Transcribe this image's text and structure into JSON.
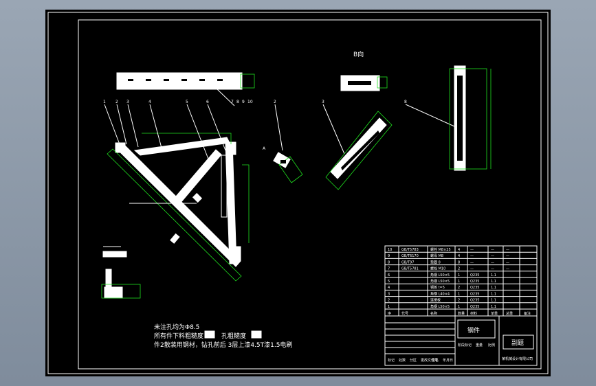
{
  "view_labels": {
    "top_view_a": "A",
    "section_label": "B向"
  },
  "balloons": [
    "1",
    "2",
    "3",
    "4",
    "5",
    "6",
    "7",
    "8",
    "9",
    "10",
    "2",
    "3",
    "8"
  ],
  "notes": {
    "line1": "未注孔均为Φ8.5",
    "line2": "所有件下料粗糙度",
    "line2_b": "孔粗糙度",
    "line3": "件2散装用钢材，钻孔前后 3层上漆4.5T漆1.5电刷"
  },
  "title_block": {
    "part_name": "钢件",
    "drawing_no": "副题",
    "headers": [
      "序",
      "代号",
      "名称",
      "数量",
      "材料",
      "单重",
      "总重",
      "备注"
    ],
    "bottom_left": [
      "标记",
      "处数",
      "分区",
      "更改文件号",
      "签名",
      "年月日"
    ],
    "scale_row": [
      "阶段标记",
      "重量",
      "比例"
    ],
    "company": "某机械设计有限公司"
  },
  "bom_rows": [
    [
      "10",
      "GB/T5783",
      "螺栓 M8×25",
      "4",
      "—",
      "—",
      "—"
    ],
    [
      "9",
      "GB/T6170",
      "螺母 M8",
      "4",
      "—",
      "—",
      "—"
    ],
    [
      "8",
      "GB/T97",
      "垫圈 8",
      "8",
      "—",
      "—",
      "—"
    ],
    [
      "7",
      "GB/T5781",
      "螺栓 M10",
      "2",
      "—",
      "—",
      "—"
    ],
    [
      "6",
      "",
      "角钢 L50×5",
      "1",
      "Q235",
      "1.1",
      ""
    ],
    [
      "5",
      "",
      "角钢 L50×5",
      "1",
      "Q235",
      "1.1",
      ""
    ],
    [
      "4",
      "",
      "钢板 t=5",
      "2",
      "Q235",
      "1.1",
      ""
    ],
    [
      "3",
      "",
      "角钢 L40×4",
      "1",
      "Q235",
      "1.1",
      ""
    ],
    [
      "2",
      "",
      "连接板",
      "2",
      "Q235",
      "1.1",
      ""
    ],
    [
      "1",
      "",
      "角钢 L50×5",
      "1",
      "Q235",
      "1.1",
      ""
    ]
  ]
}
